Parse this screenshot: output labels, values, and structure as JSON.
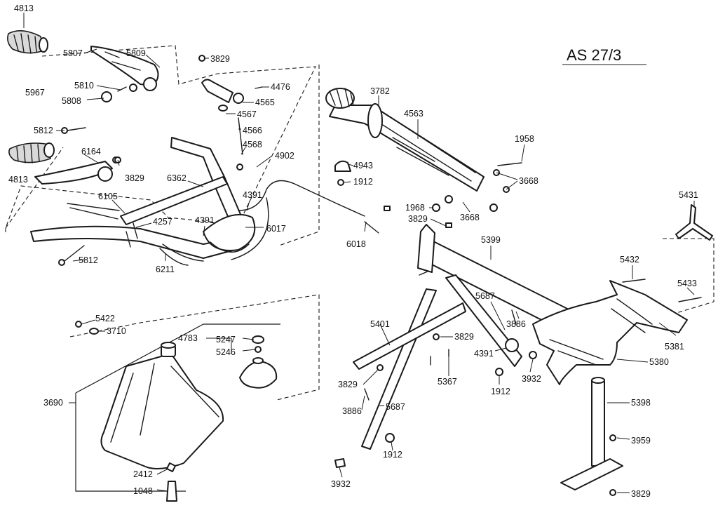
{
  "model_label": "AS 27/3",
  "colors": {
    "ink": "#1a1a1a",
    "paper": "#ffffff"
  },
  "callouts": [
    "4813",
    "5807",
    "5809",
    "3829",
    "5967",
    "5810",
    "5808",
    "5812",
    "4813",
    "6164",
    "3829",
    "6105",
    "4257",
    "4391",
    "6362",
    "4391",
    "4476",
    "4565",
    "4567",
    "4566",
    "4568",
    "4902",
    "6017",
    "6018",
    "6211",
    "5812",
    "3782",
    "4563",
    "1958",
    "4943",
    "1912",
    "3668",
    "1968",
    "3829",
    "3668",
    "5399",
    "5431",
    "5432",
    "5433",
    "5381",
    "5380",
    "5687",
    "3886",
    "3829",
    "4391",
    "5401",
    "3932",
    "1912",
    "5367",
    "3829",
    "3886",
    "5687",
    "5398",
    "3959",
    "3829",
    "3932",
    "1912",
    "5422",
    "3710",
    "4783",
    "5247",
    "5246",
    "3690",
    "2412",
    "1048"
  ]
}
